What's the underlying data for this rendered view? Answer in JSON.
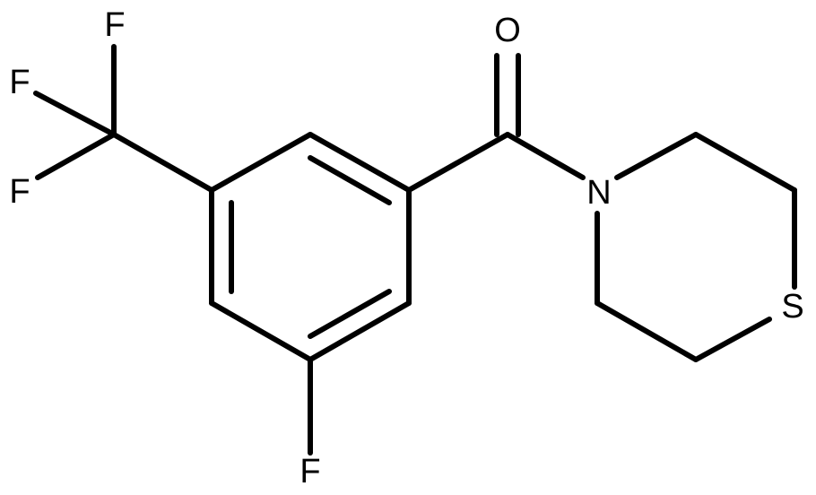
{
  "atoms": {
    "O": "O",
    "N": "N",
    "S": "S",
    "F_top": "F",
    "F_left": "F",
    "F_lower": "F",
    "F_ring": "F"
  },
  "colors": {
    "bond": "#000000",
    "label": "#000000",
    "background": "#ffffff"
  }
}
